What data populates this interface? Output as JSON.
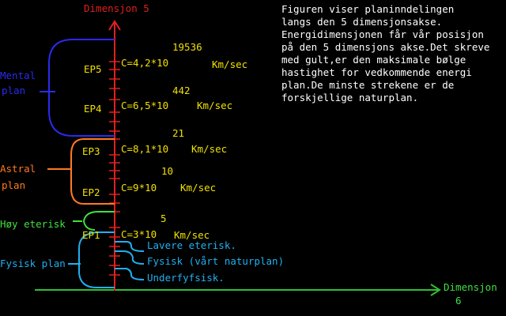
{
  "axes": {
    "vertical_label": "Dimensjon 5",
    "horizontal_label_line1": "Dimensjon",
    "horizontal_label_line2": "6",
    "colors": {
      "vertical": "#e02020",
      "horizontal": "#30c030"
    }
  },
  "description": {
    "lines": [
      "Figuren viser planinndelingen",
      "langs den 5 dimensjonsakse.",
      "Energidimensjonen får vår posisjon",
      "på den 5 dimensjons akse.Det skreve",
      "med gult,er den maksimale bølge",
      "hastighet for vedkommende energi",
      "plan.De minste strekene er de",
      "forskjellige naturplan."
    ]
  },
  "energy_points": [
    {
      "label": "EP5",
      "formula": "C=4,2*10",
      "exponent": "19536",
      "unit": "Km/sec"
    },
    {
      "label": "EP4",
      "formula": "C=6,5*10",
      "exponent": "442",
      "unit": "Km/sec"
    },
    {
      "label": "EP3",
      "formula": "C=8,1*10",
      "exponent": "21",
      "unit": "Km/sec"
    },
    {
      "label": "EP2",
      "formula": "C=9*10",
      "exponent": "10",
      "unit": "Km/sec"
    },
    {
      "label": "EP1",
      "formula": "C=3*10",
      "exponent": "5",
      "unit": "Km/sec"
    }
  ],
  "planes": {
    "mental": {
      "line1": "Mental",
      "line2": "plan",
      "color": "#2a2af0"
    },
    "astral": {
      "line1": "Astral",
      "line2": "plan",
      "color": "#ff7a20"
    },
    "etheric": {
      "label": "Høy eterisk",
      "color": "#40e040"
    },
    "physical": {
      "label": "Fysisk plan",
      "color": "#20b0f0"
    }
  },
  "physical_subplanes": [
    "Lavere eterisk.",
    "Fysisk (vårt naturplan)",
    "Underfyfsisk."
  ],
  "colors": {
    "energy_text": "#f0e000",
    "description_text": "#ffffff",
    "background": "#000000"
  }
}
